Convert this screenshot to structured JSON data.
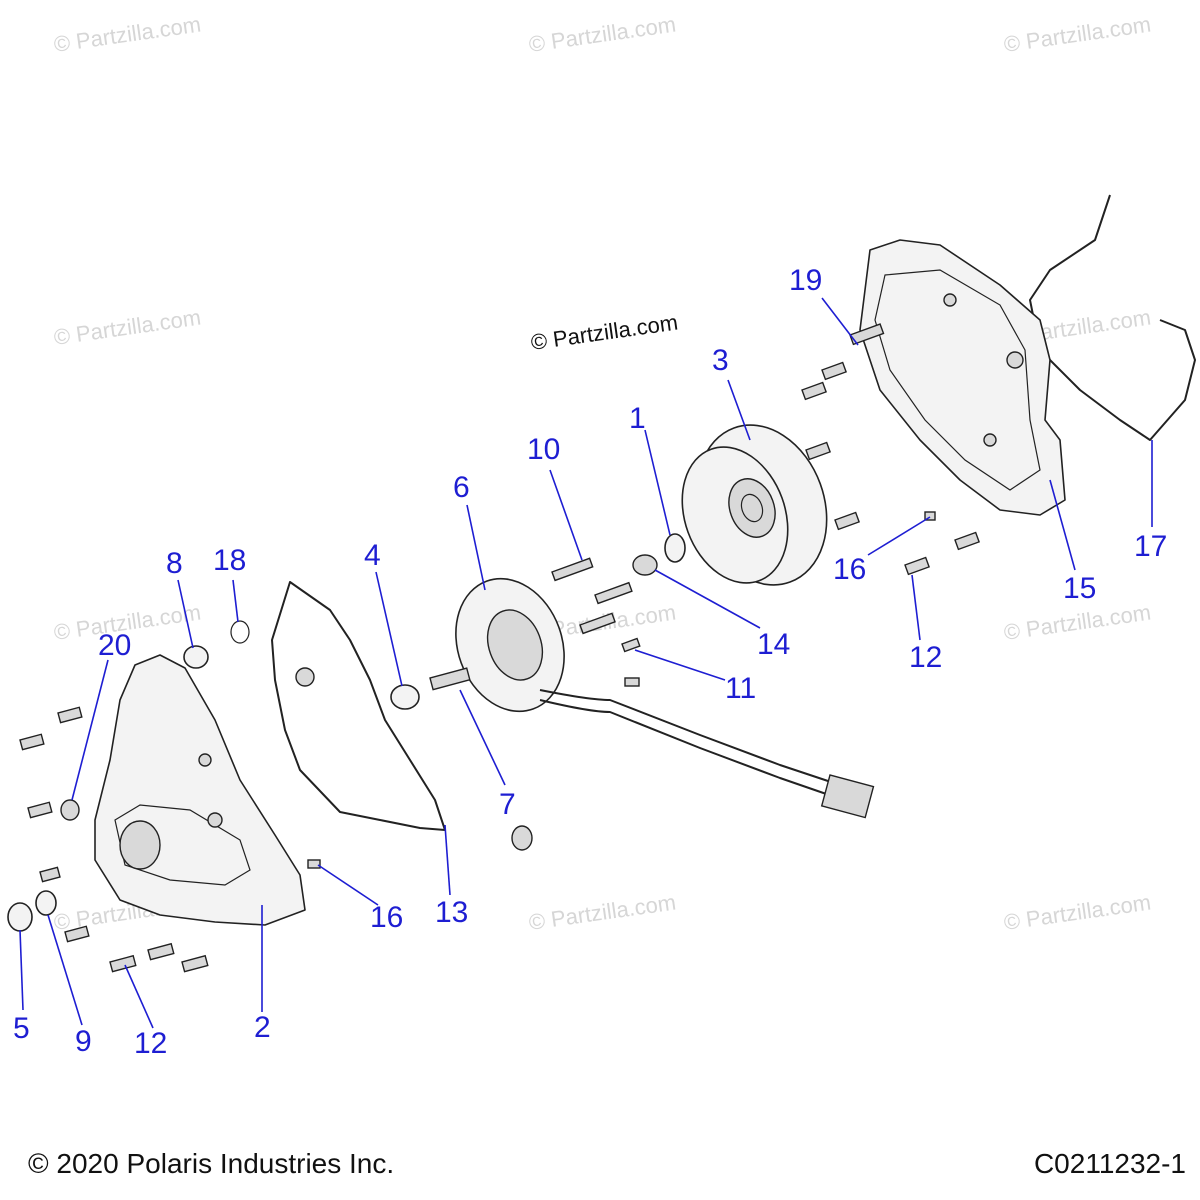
{
  "colors": {
    "callout": "#1e1ed2",
    "line_art": "#222222",
    "watermark": "#d6d6d6"
  },
  "watermark_text": "© Partzilla.com",
  "center_watermark": "© Partzilla.com",
  "callouts": [
    "1",
    "2",
    "3",
    "4",
    "5",
    "6",
    "7",
    "8",
    "9",
    "10",
    "11",
    "12",
    "12",
    "13",
    "14",
    "15",
    "16",
    "16",
    "17",
    "18",
    "19",
    "20"
  ],
  "footer": {
    "copyright": "© 2020 Polaris Industries Inc.",
    "diagram_id": "C0211232-1"
  }
}
